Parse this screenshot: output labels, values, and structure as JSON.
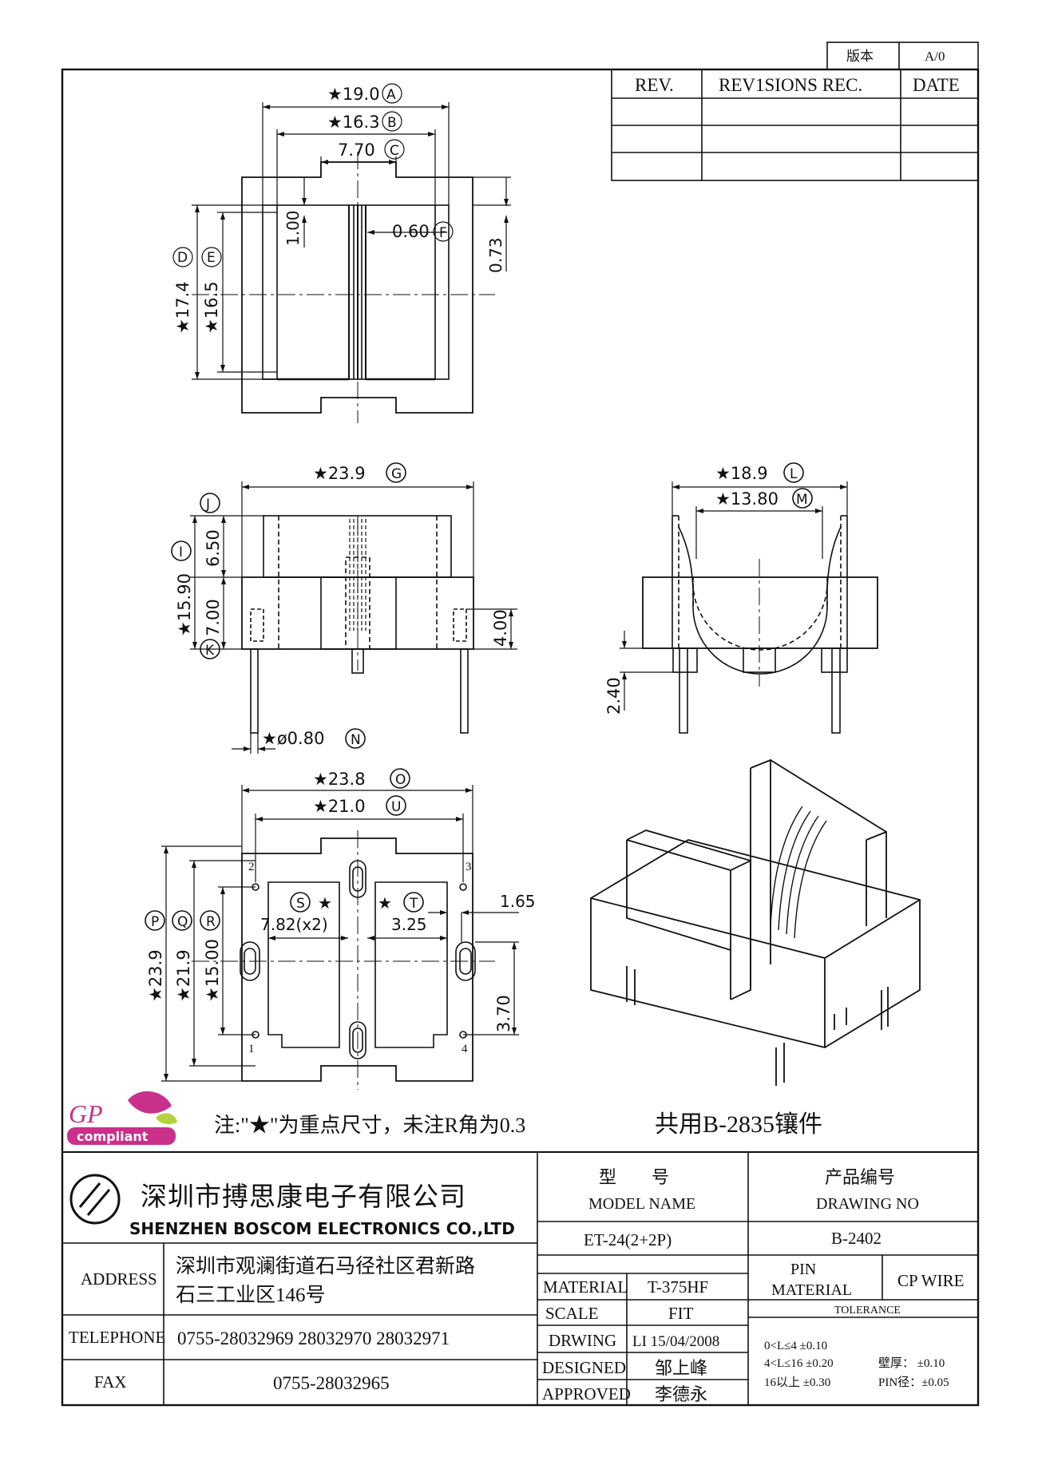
{
  "version_box": {
    "label": "版本",
    "value": "A/0"
  },
  "revision_table": {
    "headers": [
      "REV.",
      "REV1SIONS REC.",
      "DATE"
    ]
  },
  "dimensions": {
    "top": {
      "a": "★19.0",
      "a_tag": "A",
      "b": "★16.3",
      "b_tag": "B",
      "c": "7.70",
      "c_tag": "C",
      "f": "0.60",
      "f_tag": "F",
      "d": "★17.4",
      "d_tag": "D",
      "e": "★16.5",
      "e_tag": "E",
      "v100": "1.00",
      "v073": "0.73"
    },
    "front": {
      "g": "★23.9",
      "g_tag": "G",
      "j_tag": "J",
      "i_tag": "I",
      "k_tag": "K",
      "v650": "6.50",
      "v1590": "★15.90",
      "v700": "7.00",
      "v400": "4.00",
      "n": "★ø0.80",
      "n_tag": "N"
    },
    "side": {
      "l": "★18.9",
      "l_tag": "L",
      "m": "★13.80",
      "m_tag": "M",
      "v240": "2.40"
    },
    "bottom": {
      "o": "★23.8",
      "o_tag": "O",
      "u": "★21.0",
      "u_tag": "U",
      "s_tag": "S",
      "t_tag": "T",
      "v782": "7.82(x2)",
      "v325": "3.25",
      "v165": "1.65",
      "p": "★23.9",
      "p_tag": "P",
      "q": "★21.9",
      "q_tag": "Q",
      "r": "★15.00",
      "r_tag": "R",
      "v370": "3.70",
      "pin1": "1",
      "pin2": "2",
      "pin3": "3",
      "pin4": "4"
    }
  },
  "logo": {
    "gp": "GP",
    "compliant": "compliant"
  },
  "note": "注:\"★\"为重点尺寸，未注R角为0.3",
  "shared_insert": "共用B-2835镶件",
  "company": {
    "name_cn": "深圳市搏思康电子有限公司",
    "name_en": "SHENZHEN BOSCOM ELECTRONICS CO.,LTD"
  },
  "info": {
    "address_label": "ADDRESS",
    "address_1": "深圳市观澜街道石马径社区君新路",
    "address_2": "石三工业区146号",
    "telephone_label": "TELEPHONE",
    "telephone": "0755-28032969 28032970 28032971",
    "fax_label": "FAX",
    "fax": "0755-28032965"
  },
  "title_block": {
    "model_cn": "型　　号",
    "model_en": "MODEL NAME",
    "model_value": "ET-24(2+2P)",
    "drawing_cn": "产品编号",
    "drawing_en": "DRAWING NO",
    "drawing_value": "B-2402",
    "material_label": "MATERIAL",
    "material_value": "T-375HF",
    "scale_label": "SCALE",
    "scale_value": "FIT",
    "drwing_label": "DRWING",
    "drwing_value": "LI 15/04/2008",
    "designed_label": "DESIGNED",
    "designed_value": "邹上峰",
    "approved_label": "APPROVED",
    "approved_value": "李德永",
    "pin_label_1": "PIN",
    "pin_label_2": "MATERIAL",
    "pin_value": "CP WIRE",
    "tolerance_label": "TOLERANCE",
    "tol_1": "0<L≤4  ±0.10",
    "tol_2": "4<L≤16  ±0.20",
    "tol_2b": "壁厚：  ±0.10",
    "tol_3": "16以上     ±0.30",
    "tol_3b": "PIN径：±0.05"
  }
}
